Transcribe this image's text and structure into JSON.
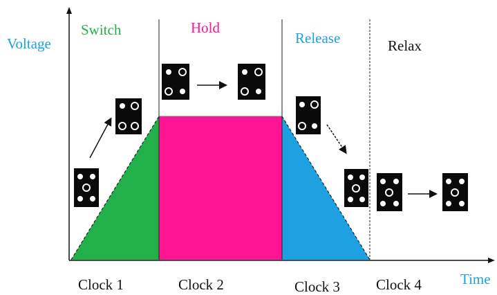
{
  "axes": {
    "y_label": "Voltage",
    "x_label": "Time",
    "label_color": "#1da1e0"
  },
  "phases": [
    {
      "key": "switch",
      "label": "Switch",
      "color": "#22b04b"
    },
    {
      "key": "hold",
      "label": "Hold",
      "color": "#ff1493"
    },
    {
      "key": "release",
      "label": "Release",
      "color": "#1da1e0"
    },
    {
      "key": "relax",
      "label": "Relax",
      "color": "#111111"
    }
  ],
  "clocks": [
    "Clock 1",
    "Clock 2",
    "Clock 3",
    "Clock 4"
  ],
  "fills": {
    "switch": "#22b04b",
    "hold": "#ff1493",
    "release": "#1da1e0"
  },
  "cell_icons": [
    "cell-before-switch-icon",
    "cell-after-switch-icon",
    "cell-hold-start-icon",
    "cell-hold-end-icon",
    "cell-release-start-icon",
    "cell-release-end-icon",
    "cell-relax-start-icon",
    "cell-relax-end-icon"
  ],
  "arrow_icons": [
    "arrow-switch-icon",
    "arrow-hold-icon",
    "arrow-release-icon",
    "arrow-relax-icon"
  ]
}
